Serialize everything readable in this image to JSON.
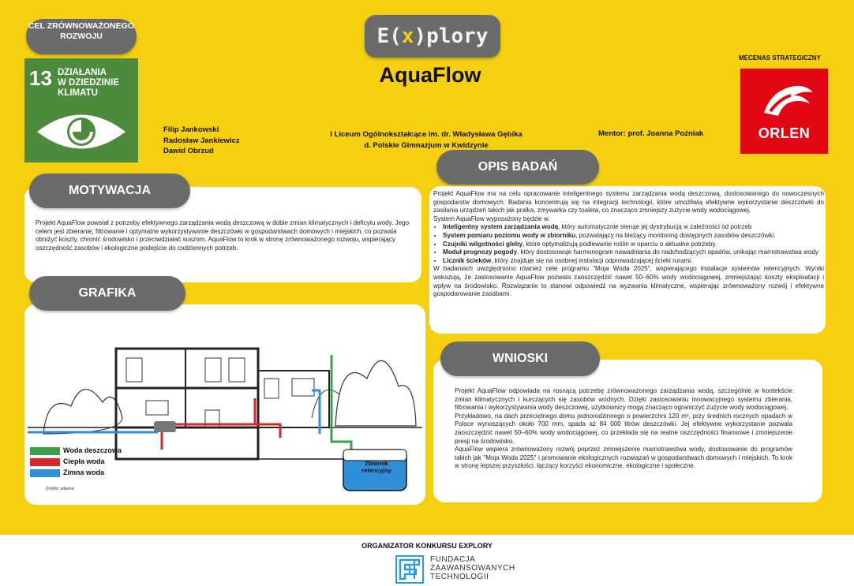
{
  "sdg": {
    "goal_label": "CEL ZRÓWNOWAŻONEGO ROZWOJU",
    "number": "13",
    "text": "DZIAŁANIA\nW DZIEDZINIE\nKLIMATU",
    "color": "#4c8b3b"
  },
  "brand": {
    "logo_prefix": "E(",
    "logo_x": "x",
    "logo_suffix": ")plory"
  },
  "project": {
    "title": "AquaFlow",
    "authors": [
      "Filip Jankowski",
      "Radosław Jankiewicz",
      "Dawid Obrzud"
    ],
    "school_line1": "I Liceum Ogólnokształcące im. dr. Władysława Gębika",
    "school_line2": "d. Polskie Gimnazjum w Kwidzynie",
    "mentor": "Mentor: prof. Joanna Poźniak"
  },
  "sponsor": {
    "label": "MECENAS STRATEGICZNY",
    "name": "ORLEN",
    "color": "#e30613"
  },
  "sections": {
    "motywacja": {
      "title": "MOTYWACJA",
      "text": "Projekt AquaFlow powstał z potrzeby efektywnego zarządzania wodą deszczową w dobie zmian klimatycznych i deficytu wody. Jego celem jest zbieranie, filtrowanie i optymalne wykorzystywanie deszczówki w gospodarstwach domowych i miejskich, co pozwala obniżyć koszty, chronić środowisko i przeciwdziałać suszom. AquaFlow to krok w stronę zrównoważonego rozwoju, wspierający oszczędność zasobów i ekologiczne podejście do codziennych potrzeb."
    },
    "grafika": {
      "title": "GRAFIKA",
      "legend": [
        {
          "label": "Woda deszczowa",
          "color": "#3aa04a"
        },
        {
          "label": "Ciepła woda",
          "color": "#d8262a"
        },
        {
          "label": "Zimna woda",
          "color": "#2f8fd8"
        }
      ],
      "tank_label": "Zbiornik retencyjny",
      "source": "Źródło: własne"
    },
    "opis": {
      "title": "OPIS BADAŃ",
      "intro": "Projekt AquaFlow ma na celu opracowanie inteligentnego systemu zarządzania wodą deszczową, dostosowanego do nowoczesnych gospodarstw domowych. Badania koncentrują się na integracji technologii, które umożliwią efektywne wykorzystanie deszczówki do zasilania urządzeń takich jak pralka, zmywarka czy toaleta, co znacząco zmniejszy zużycie wody wodociągowej.",
      "list_intro": "System AquaFlow wyposażony będzie w:",
      "items": [
        {
          "bold": "Inteligentny system zarządzania wodą",
          "rest": ", który automatycznie steruje jej dystrybucją w zależności od potrzeb"
        },
        {
          "bold": "System pomiaru poziomu wody w zbiorniku",
          "rest": ", pozwalający na bieżący monitoring dostępnych zasobów deszczówki."
        },
        {
          "bold": "Czujniki wilgotności gleby",
          "rest": ",  które optymalizują podlewanie roślin w oparciu o aktualne potrzeby."
        },
        {
          "bold": "Moduł prognozy pogody",
          "rest": ", który dostosowuje harmonogram nawadniania do nadchodzących opadów, unikając marnotrawstwa wody"
        },
        {
          "bold": "Licznik ścieków",
          "rest": ", który znajduje się na osobnej instalacji odprowadzającej ścieki rurami."
        }
      ],
      "outro": "W badaniach uwzględniono również cele programu \"Moja Woda 2025\", wspierającego instalacje systemów retencyjnych. Wyniki wskazują, że zastosowanie AquaFlow pozwala zaoszczędzić nawet 50–60% wody wodociągowej, zmniejszając koszty eksploatacji i wpływ na środowisko. Rozwiązanie to stanowi odpowiedź na wyzwania klimatyczne, wspierając zrównoważony rozwój i efektywne gospodarowanie zasobami."
    },
    "wnioski": {
      "title": "WNIOSKI",
      "p1": "Projekt AquaFlow odpowiada na rosnącą potrzebę zrównoważonego zarządzania wodą, szczególnie w kontekście zmian klimatycznych i kurczących się zasobów wodnych. Dzięki zastosowaniu innowacyjnego systemu zbierania, filtrowania i wykorzystywania wody deszczowej, użytkownicy mogą znacząco ograniczyć zużycie wody wodociągowej.",
      "p2": "Przykładowo, na dach przeciętnego domu jednorodzinnego o powierzchni 120 m², przy średnich rocznych opadach w Polsce wynoszących około 700 mm, spada aż 84 000 litrów deszczówki. Jej efektywne wykorzystanie pozwala zaoszczędzić nawet 50–60% wody wodociągowej, co przekłada się na realne oszczędności finansowe i zmniejszenie presji na środowisko.",
      "p3": "AquaFlow wspiera zrównoważony rozwój poprzez zmniejszenie marnotrawstwa wody, dostosowanie do programów takich jak \"Moja Woda 2025\" i promowanie ekologicznych rozwiązań w gospodarstwach domowych i miejskich. To krok w stronę lepszej przyszłości, łączący korzyści ekonomiczne, ekologiczne i społeczne."
    }
  },
  "footer": {
    "organizer": "ORGANIZATOR KONKURSU EXPLORY",
    "foundation": "FUNDACJA\nZAAWANSOWANYCH\nTECHNOLOGII",
    "foundation_color": "#2a9fd6"
  }
}
